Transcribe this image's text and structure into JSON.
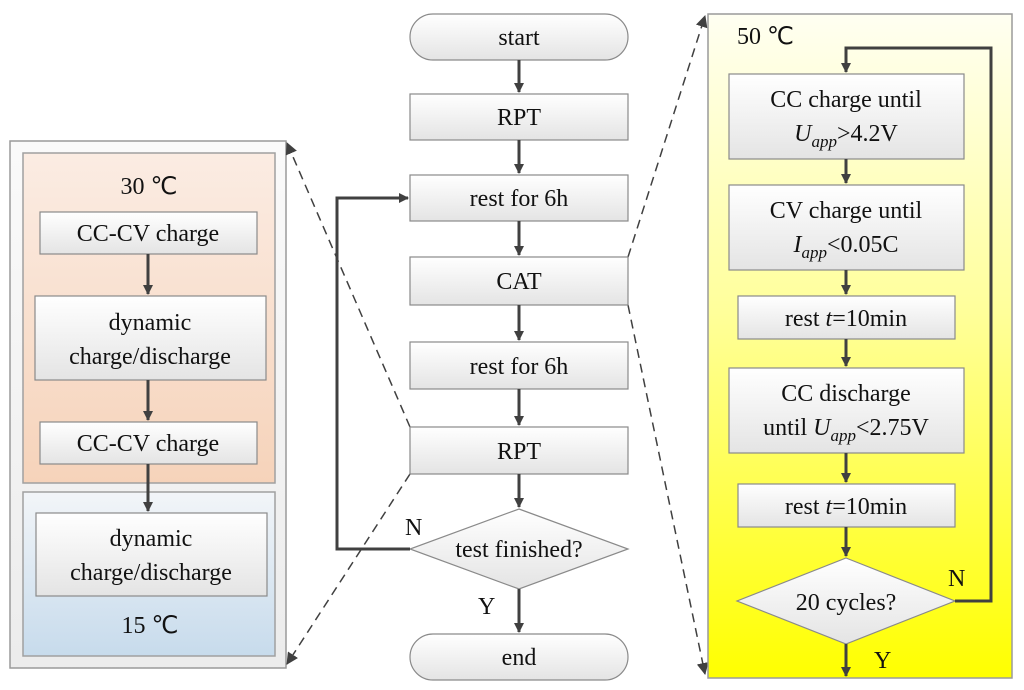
{
  "main_flow": {
    "start": "start",
    "rpt_1": "RPT",
    "rest_1": "rest for 6h",
    "cat": "CAT",
    "rest_2": "rest for 6h",
    "rpt_2": "RPT",
    "decision": "test finished?",
    "no": "N",
    "yes": "Y",
    "end": "end"
  },
  "left_panel": {
    "temp_top": "30 ℃",
    "step_1": "CC-CV charge",
    "step_2_line1": "dynamic",
    "step_2_line2": "charge/discharge",
    "step_3": "CC-CV charge",
    "step_4_line1": "dynamic",
    "step_4_line2": "charge/discharge",
    "temp_bottom": "15 ℃"
  },
  "right_panel": {
    "temp": "50 ℃",
    "box1_line1": "CC charge until",
    "box1_var": "U",
    "box1_sub": "app",
    "box1_rest": ">4.2V",
    "box2_line1": "CV charge until",
    "box2_var": "I",
    "box2_sub": "app",
    "box2_rest": "<0.05C",
    "box3_pre": "rest ",
    "box3_var": "t",
    "box3_rest": "=10min",
    "box4_line1": "CC discharge",
    "box4_pre": "until ",
    "box4_var": "U",
    "box4_sub": "app",
    "box4_rest": "<2.75V",
    "box5_pre": "rest ",
    "box5_var": "t",
    "box5_rest": "=10min",
    "decision": "20 cycles?",
    "no": "N",
    "yes": "Y"
  },
  "colors": {
    "left_top_gradient": [
      "#fbe9de",
      "#f6d5bd"
    ],
    "left_bottom_gradient": [
      "#eef2f6",
      "#c9dced"
    ],
    "right_gradient": [
      "#fffff0",
      "#ffff00"
    ],
    "box_gradient": [
      "#ffffff",
      "#e6e6e6"
    ],
    "line": "#404040"
  }
}
